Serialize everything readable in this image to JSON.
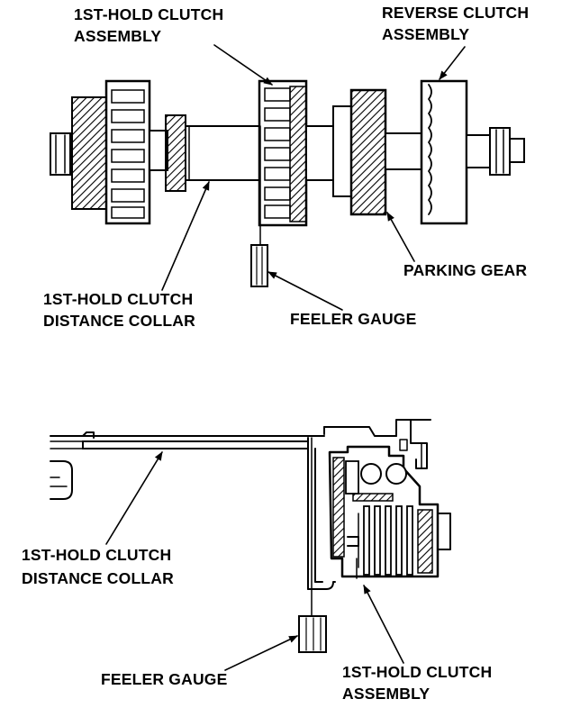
{
  "top_figure": {
    "labels": {
      "first_hold_assembly": [
        "1ST-HOLD CLUTCH",
        "ASSEMBLY"
      ],
      "reverse_assembly": [
        "REVERSE CLUTCH",
        "ASSEMBLY"
      ],
      "parking_gear": "PARKING GEAR",
      "distance_collar": [
        "1ST-HOLD CLUTCH",
        "DISTANCE COLLAR"
      ],
      "feeler_gauge": "FEELER GAUGE"
    }
  },
  "bottom_figure": {
    "labels": {
      "distance_collar": [
        "1ST-HOLD CLUTCH",
        "DISTANCE COLLAR"
      ],
      "feeler_gauge": "FEELER GAUGE",
      "first_hold_assembly": [
        "1ST-HOLD CLUTCH",
        "ASSEMBLY"
      ]
    }
  },
  "colors": {
    "ink": "#000000",
    "paper": "#ffffff"
  }
}
